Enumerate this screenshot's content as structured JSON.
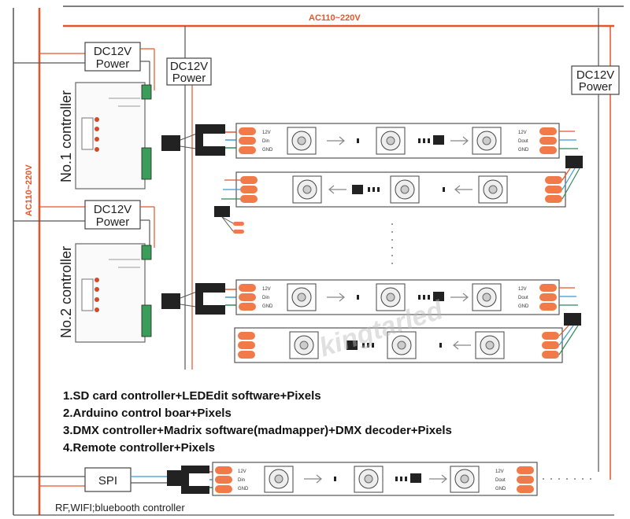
{
  "ac_top_label": "AC110~220V",
  "ac_left_label": "AC110~220V",
  "power_boxes": [
    {
      "line1": "DC12V",
      "line2": "Power"
    },
    {
      "line1": "DC12V",
      "line2": "Power"
    },
    {
      "line1": "DC12V",
      "line2": "Power"
    },
    {
      "line1": "DC12V",
      "line2": "Power"
    }
  ],
  "controllers": [
    {
      "label": "No.1 controller"
    },
    {
      "label": "No.2 controller"
    }
  ],
  "strip_pins": {
    "in": [
      "12V",
      "Din",
      "GND"
    ],
    "out": [
      "12V",
      "Dout",
      "GND"
    ]
  },
  "options": [
    "1.SD card controller+LEDEdit software+Pixels",
    "2.Arduino control boar+Pixels",
    "3.DMX controller+Madrix software(madmapper)+DMX decoder+Pixels",
    "4.Remote controller+Pixels"
  ],
  "spi_label": "SPI",
  "bottom_note": "RF,WIFI;bluebooth controller",
  "watermark": "kingtarled",
  "colors": {
    "ac_line": "#e8542a",
    "wire_dark": "#555555",
    "pad": "#f07a4a",
    "data_wire": "#3a9bd8",
    "gnd_wire": "#2e8b57"
  }
}
